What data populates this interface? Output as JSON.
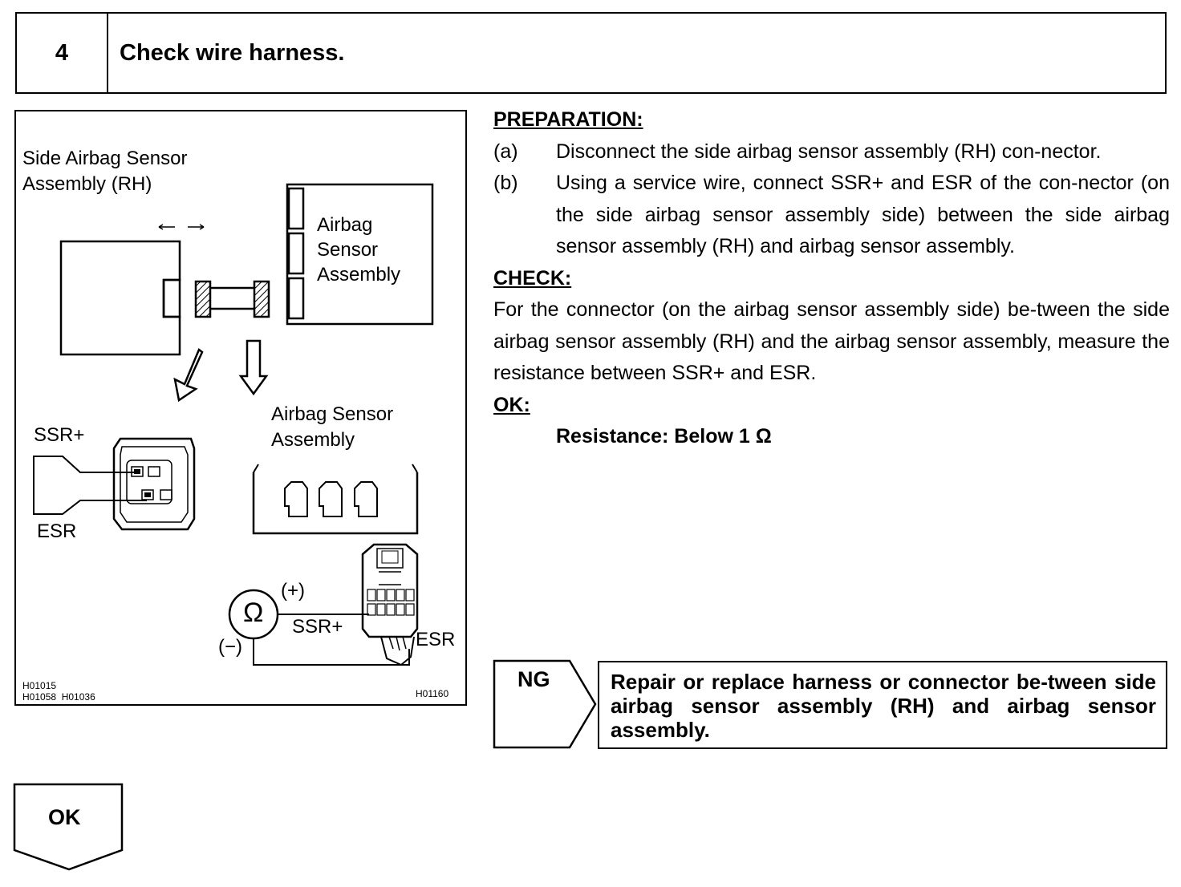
{
  "step": {
    "number": "4",
    "title": "Check wire harness."
  },
  "figure": {
    "side_sensor_label_line1": "Side Airbag Sensor",
    "side_sensor_label_line2": "Assembly (RH)",
    "airbag_sensor_label_line1": "Airbag",
    "airbag_sensor_label_line2": "Sensor",
    "airbag_sensor_label_line3": "Assembly",
    "ssr_plus_label": "SSR+",
    "esr_label": "ESR",
    "airbag_sensor_label2_line1": "Airbag Sensor",
    "airbag_sensor_label2_line2": "Assembly",
    "meter_positive_label": "(+)",
    "meter_negative_label": "(−)",
    "meter_ssr_plus_label": "SSR+",
    "meter_esr_label": "ESR",
    "ohm_symbol": "Ω",
    "code_line1": "H01015",
    "code_line2": "H01058  H01036",
    "code_right": "H01160"
  },
  "preparation": {
    "heading": "PREPARATION:",
    "items": [
      {
        "label": "(a)",
        "text": "Disconnect the side airbag sensor assembly (RH) con-nector."
      },
      {
        "label": "(b)",
        "text": "Using a service wire, connect SSR+ and ESR of the con-nector (on the side airbag sensor assembly side) between the side airbag sensor assembly (RH) and airbag sensor assembly."
      }
    ]
  },
  "check": {
    "heading": "CHECK:",
    "text": "For the connector (on the airbag sensor assembly side) be-tween the side airbag sensor assembly (RH) and the airbag sensor assembly, measure the resistance between SSR+ and ESR."
  },
  "ok": {
    "heading": "OK:",
    "value": "Resistance: Below 1 Ω"
  },
  "ng": {
    "label": "NG",
    "action": "Repair or replace harness or connector be-tween side airbag sensor assembly (RH) and airbag sensor assembly."
  },
  "ok_flow": {
    "label": "OK"
  }
}
